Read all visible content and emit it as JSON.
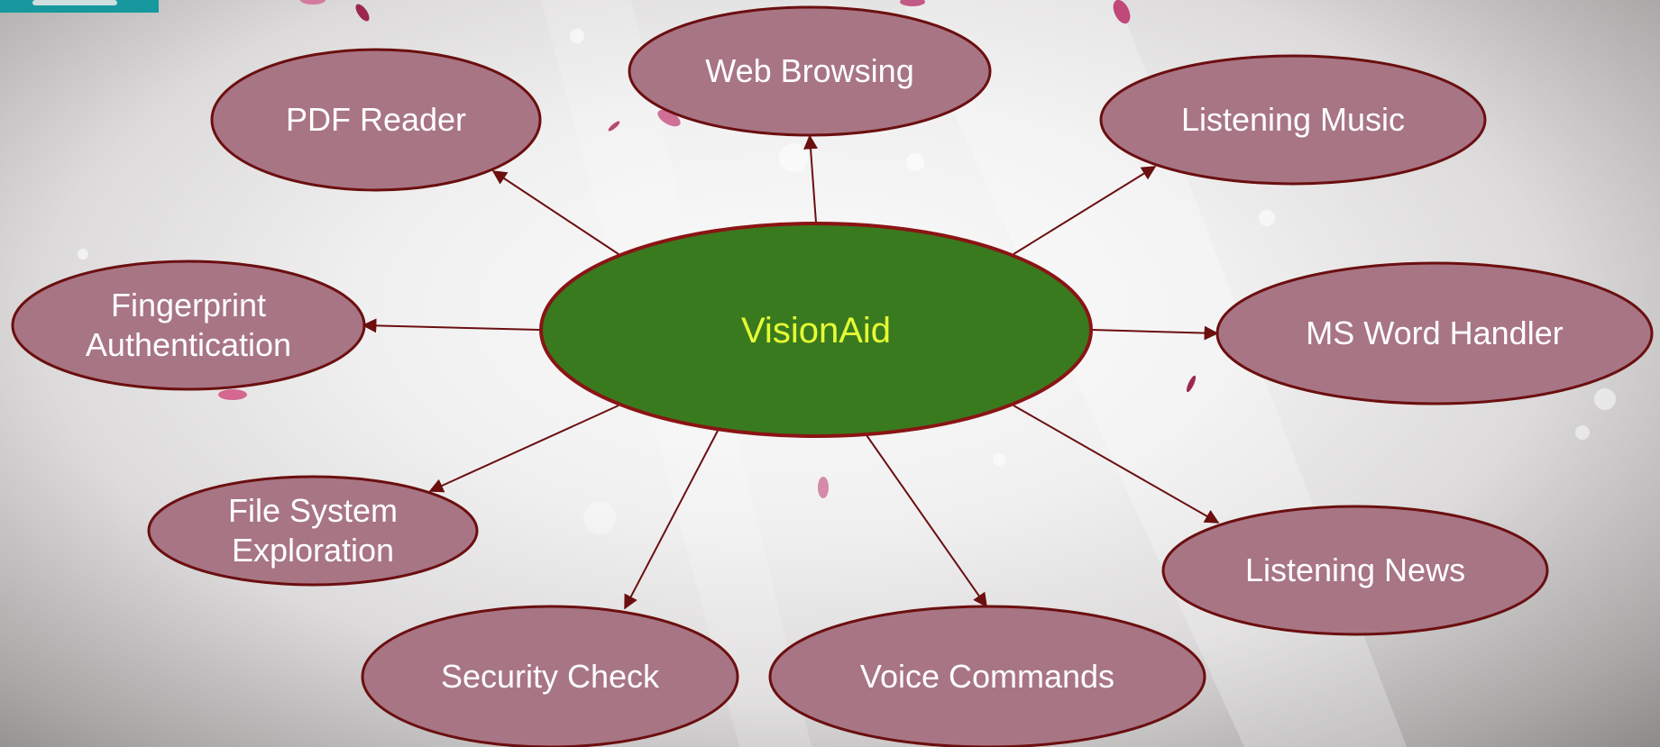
{
  "colors": {
    "node_fill": "#a87585",
    "node_stroke": "#6b0f10",
    "center_fill": "#3a7a1f",
    "center_stroke": "#8a1414",
    "center_text": "#e6ff33",
    "node_text": "#ffffff",
    "arrow": "#6b0f10",
    "corner_tab": "#17989e"
  },
  "center": {
    "label": "VisionAid"
  },
  "nodes": [
    {
      "id": "web-browsing",
      "lines": [
        "Web Browsing"
      ]
    },
    {
      "id": "pdf-reader",
      "lines": [
        "PDF Reader"
      ]
    },
    {
      "id": "listening-music",
      "lines": [
        "Listening Music"
      ]
    },
    {
      "id": "fingerprint-authentication",
      "lines": [
        "Fingerprint",
        "Authentication"
      ]
    },
    {
      "id": "ms-word-handler",
      "lines": [
        "MS Word Handler"
      ]
    },
    {
      "id": "file-system-exploration",
      "lines": [
        "File System",
        "Exploration"
      ]
    },
    {
      "id": "listening-news",
      "lines": [
        "Listening News"
      ]
    },
    {
      "id": "security-check",
      "lines": [
        "Security Check"
      ]
    },
    {
      "id": "voice-commands",
      "lines": [
        "Voice Commands"
      ]
    }
  ]
}
